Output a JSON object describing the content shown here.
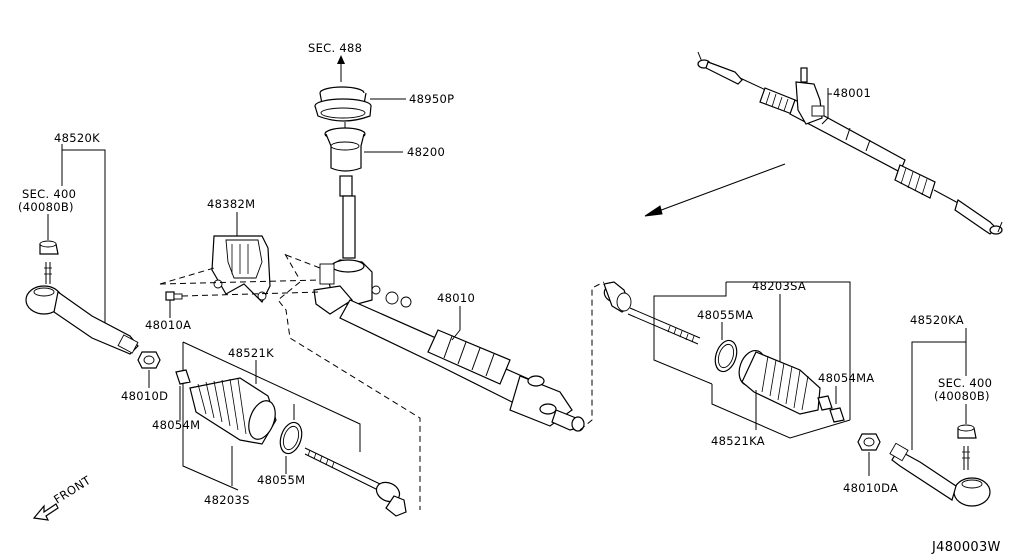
{
  "diagram": {
    "code": "J480003W",
    "front_label": "FRONT",
    "labels": {
      "sec488": "SEC. 488",
      "p48950P": "48950P",
      "p48200": "48200",
      "p48001": "48001",
      "p48520K": "48520K",
      "sec400_left": "SEC. 400",
      "sec400_left_sub": "(40080B)",
      "p48382M": "48382M",
      "p48010A": "48010A",
      "p48010": "48010",
      "p48521K": "48521K",
      "p48010D": "48010D",
      "p48054M": "48054M",
      "p48055M": "48055M",
      "p48203S": "48203S",
      "p48203SA": "48203SA",
      "p48055MA": "48055MA",
      "p48054MA": "48054MA",
      "p48521KA": "48521KA",
      "p48520KA": "48520KA",
      "sec400_right": "SEC. 400",
      "sec400_right_sub": "(40080B)",
      "p48010DA": "48010DA"
    }
  }
}
